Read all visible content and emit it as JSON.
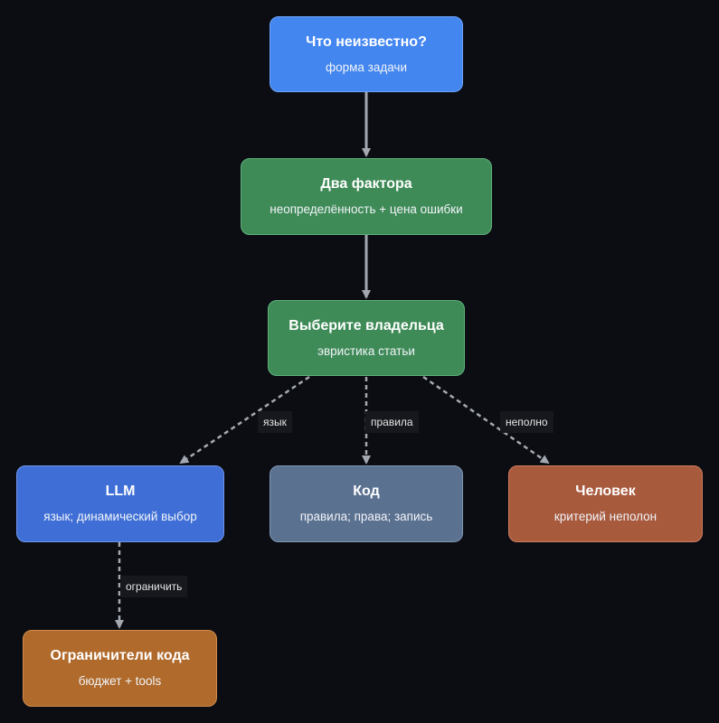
{
  "nodes": {
    "unknown": {
      "title": "Что неизвестно?",
      "subtitle": "форма задачи",
      "fill": "#4386f0",
      "border": "#6ea3f7"
    },
    "two_factors": {
      "title": "Два фактора",
      "subtitle": "неопределённость + цена ошибки",
      "fill": "#3f8b58",
      "border": "#5fb07a"
    },
    "owner": {
      "title": "Выберите владельца",
      "subtitle": "эвристика статьи",
      "fill": "#3f8b58",
      "border": "#5fb07a"
    },
    "llm": {
      "title": "LLM",
      "subtitle": "язык; динамический выбор",
      "fill": "#3f6fd6",
      "border": "#6f95e8"
    },
    "code": {
      "title": "Код",
      "subtitle": "правила; права; запись",
      "fill": "#5b7190",
      "border": "#8096b3"
    },
    "human": {
      "title": "Человек",
      "subtitle": "критерий неполон",
      "fill": "#a85a3d",
      "border": "#cf7d5e"
    },
    "limiters": {
      "title": "Ограничители кода",
      "subtitle": "бюджет + tools",
      "fill": "#b06a2c",
      "border": "#d38c4c"
    }
  },
  "edges": {
    "owner_llm": {
      "label": "язык"
    },
    "owner_code": {
      "label": "правила"
    },
    "owner_human": {
      "label": "неполно"
    },
    "llm_limiters": {
      "label": "ограничить"
    }
  },
  "colors": {
    "background": "#0b0d12",
    "edge": "#a4a9b1",
    "label_bg": "#16181d"
  }
}
